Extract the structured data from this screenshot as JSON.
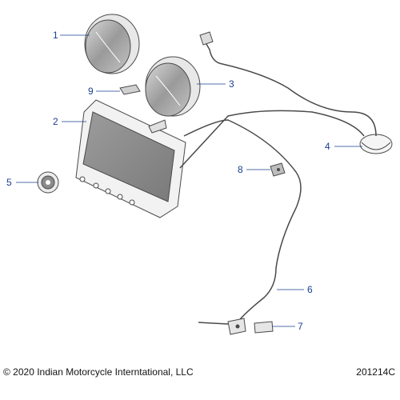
{
  "callouts": [
    {
      "id": "1",
      "label": "1"
    },
    {
      "id": "2",
      "label": "2"
    },
    {
      "id": "3",
      "label": "3"
    },
    {
      "id": "4",
      "label": "4"
    },
    {
      "id": "5",
      "label": "5"
    },
    {
      "id": "6",
      "label": "6"
    },
    {
      "id": "7",
      "label": "7"
    },
    {
      "id": "8",
      "label": "8"
    },
    {
      "id": "9",
      "label": "9"
    }
  ],
  "footer": {
    "copyright": "© 2020 Indian Motorcycle Interntational, LLC",
    "part_code": "201214C"
  },
  "colors": {
    "callout": "#1a3f8f",
    "linework": "#4a4a4a"
  }
}
